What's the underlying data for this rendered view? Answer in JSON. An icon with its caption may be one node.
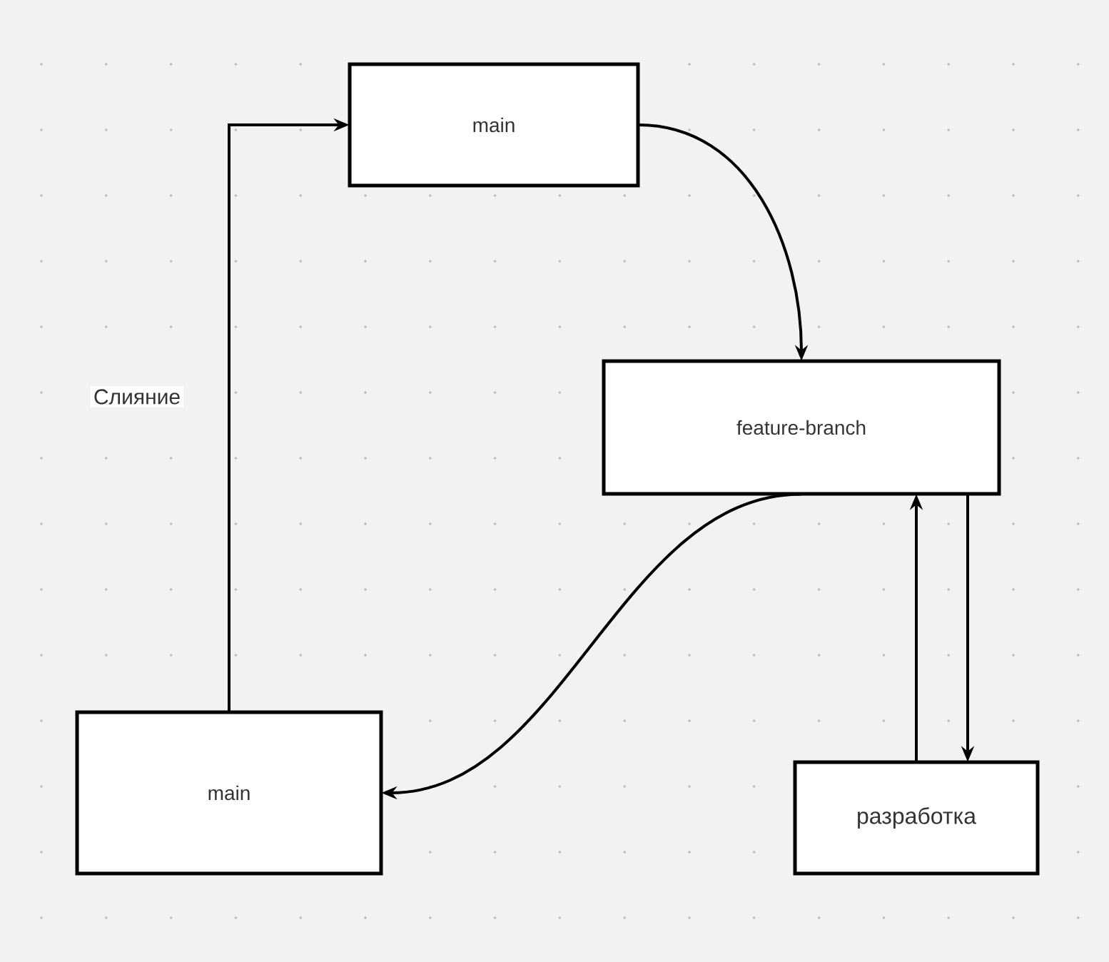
{
  "diagram": {
    "nodes": [
      {
        "text": [
          "main"
        ]
      },
      {
        "text": [
          "feature-branch"
        ]
      },
      {
        "text": [
          "main"
        ]
      },
      {
        "text": [
          "разработка"
        ]
      }
    ],
    "edges": [
      {
        "from": 0,
        "to": 1,
        "arrow": "to"
      },
      {
        "from": 1,
        "to": 2,
        "arrow": "to"
      },
      {
        "from": 2,
        "to": 0,
        "arrow": "to",
        "label": "Слияние"
      },
      {
        "from": 3,
        "to": 1,
        "arrow": "to"
      },
      {
        "from": 1,
        "to": 3,
        "arrow": "to"
      }
    ]
  }
}
